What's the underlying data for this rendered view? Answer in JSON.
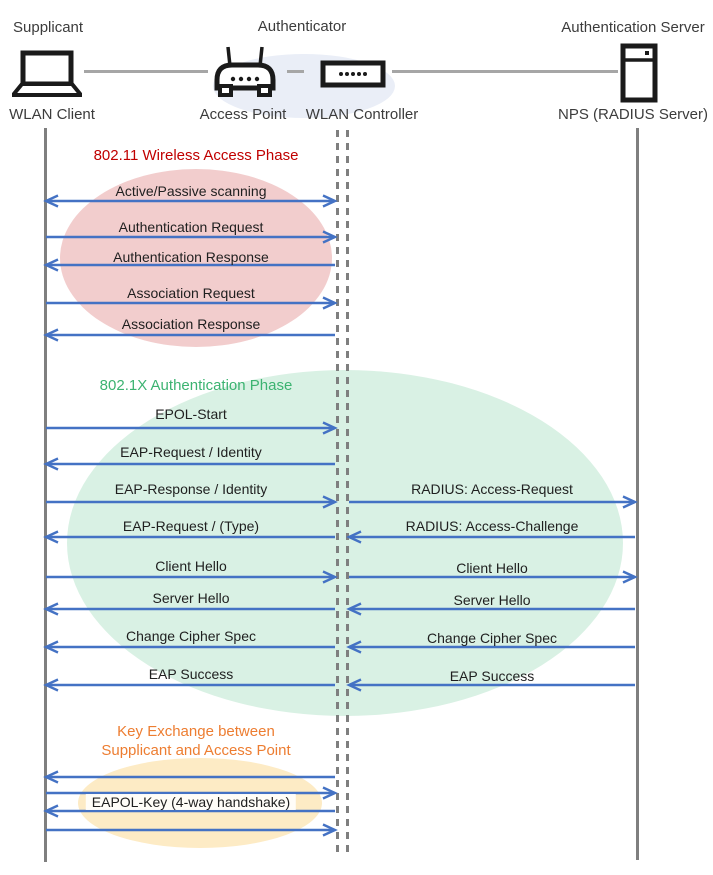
{
  "header": {
    "roles": [
      {
        "label": "Supplicant"
      },
      {
        "label": "Authenticator"
      },
      {
        "label": "Authentication Server"
      }
    ],
    "devices": [
      {
        "label": "WLAN Client",
        "icon": "laptop-icon"
      },
      {
        "label": "Access Point",
        "icon": "access-point-icon"
      },
      {
        "label": "WLAN Controller",
        "icon": "wlan-controller-icon"
      },
      {
        "label": "NPS (RADIUS Server)",
        "icon": "server-icon"
      }
    ]
  },
  "phases": [
    {
      "lines": [
        "802.11 Wireless Access Phase"
      ],
      "title_color": "#c00000",
      "ellipse_color": "#f2cdcd"
    },
    {
      "lines": [
        "802.1X Authentication Phase"
      ],
      "title_color": "#3cb371",
      "ellipse_color": "#d9f1e4"
    },
    {
      "lines": [
        "Key Exchange between",
        "Supplicant and Access Point"
      ],
      "title_color": "#ed7d31",
      "ellipse_color": "#fdebc5"
    }
  ],
  "messages": [
    {
      "label": "Active/Passive scanning",
      "segment": "left",
      "direction": "both"
    },
    {
      "label": "Authentication Request",
      "segment": "left",
      "direction": "right"
    },
    {
      "label": "Authentication Response",
      "segment": "left",
      "direction": "left"
    },
    {
      "label": "Association Request",
      "segment": "left",
      "direction": "right"
    },
    {
      "label": "Association Response",
      "segment": "left",
      "direction": "left"
    },
    {
      "label": "EPOL-Start",
      "segment": "left",
      "direction": "right"
    },
    {
      "label": "EAP-Request / Identity",
      "segment": "left",
      "direction": "left"
    },
    {
      "label": "EAP-Response / Identity",
      "segment": "left",
      "direction": "right"
    },
    {
      "label": "RADIUS: Access-Request",
      "segment": "right",
      "direction": "right"
    },
    {
      "label": "EAP-Request / (Type)",
      "segment": "left",
      "direction": "left"
    },
    {
      "label": "RADIUS: Access-Challenge",
      "segment": "right",
      "direction": "left"
    },
    {
      "label": "Client Hello",
      "segment": "left",
      "direction": "right"
    },
    {
      "label": "Client Hello",
      "segment": "right",
      "direction": "right"
    },
    {
      "label": "Server Hello",
      "segment": "left",
      "direction": "left"
    },
    {
      "label": "Server Hello",
      "segment": "right",
      "direction": "left"
    },
    {
      "label": "Change Cipher Spec",
      "segment": "left",
      "direction": "left"
    },
    {
      "label": "Change Cipher Spec",
      "segment": "right",
      "direction": "left"
    },
    {
      "label": "EAP Success",
      "segment": "left",
      "direction": "left"
    },
    {
      "label": "EAP Success",
      "segment": "right",
      "direction": "left"
    },
    {
      "label": "",
      "segment": "left",
      "direction": "left"
    },
    {
      "label": "",
      "segment": "left",
      "direction": "right"
    },
    {
      "label": "EAPOL-Key (4-way handshake)",
      "segment": "left",
      "direction": "left",
      "label_bg": true
    },
    {
      "label": "",
      "segment": "left",
      "direction": "right"
    }
  ],
  "colors": {
    "arrow_blue": "#4472c4",
    "lifeline_gray": "#7f7f7f",
    "connector_gray": "#a6a6a6",
    "authenticator_ellipse": "#eaeef7"
  }
}
